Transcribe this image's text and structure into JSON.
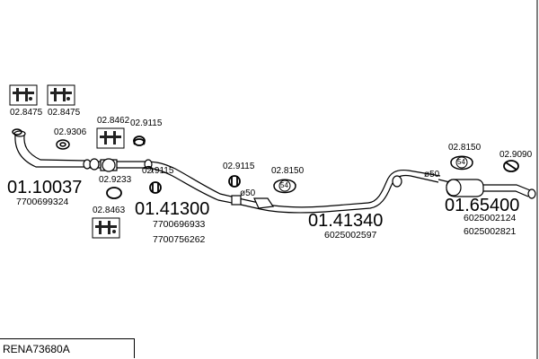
{
  "document": {
    "reference": "RENA73680A",
    "sections": [
      {
        "part_number": "01.10037",
        "oe_numbers": [
          "7700699324"
        ]
      },
      {
        "part_number": "01.41300",
        "oe_numbers": [
          "7700696933",
          "7700756262"
        ]
      },
      {
        "part_number": "01.41340",
        "oe_numbers": [
          "6025002597"
        ]
      },
      {
        "part_number": "01.65400",
        "oe_numbers": [
          "6025002124",
          "6025002821"
        ]
      }
    ],
    "components": {
      "bolt_kit_a": "02.8475",
      "bolt_kit_b": "02.8475",
      "gasket_ring": "02.9306",
      "mount_kit": "02.8462",
      "clamp_a": "02.9115",
      "clamp_b": "02.9233",
      "clamp_c": "02.9115",
      "bolt_kit_c": "02.8463",
      "clamp_d": "02.9115",
      "hanger_a": "02.8150",
      "hanger_b": "02.8150",
      "hanger_c": "02.9090"
    },
    "pipe_diameters": {
      "mid": "ø50",
      "rear": "ø50"
    },
    "hanger_size_label": "54"
  }
}
